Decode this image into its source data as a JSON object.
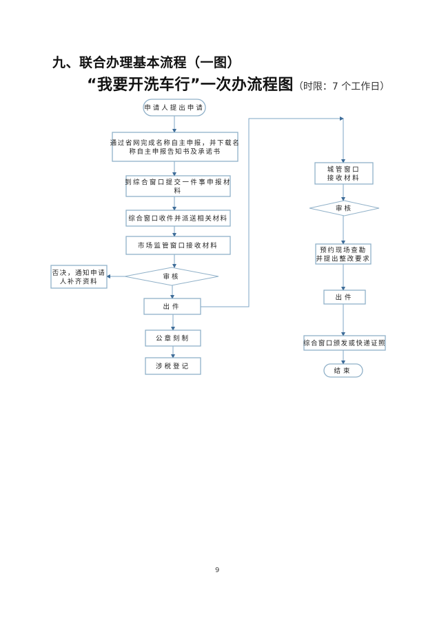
{
  "section_title": "九、联合办理基本流程（一图）",
  "chart_title": {
    "main": "“我要开洗车行”一次办流程图",
    "sub": "（时限：7 个工作日）"
  },
  "colors": {
    "border": "#8fb0c8",
    "connector": "#7ea6c4",
    "arrow": "#3f6d99"
  },
  "flow": {
    "start": [
      "申请人提出申请"
    ],
    "step_online": [
      "通过省网完成名称自主申报，并下载名",
      "称自主申报告知书及承诺书"
    ],
    "step_submit": [
      "到综合窗口提交一件事申报材",
      "料"
    ],
    "step_dispatch": [
      "综合窗口收件并派送相关材料"
    ],
    "step_market_receive": [
      "市场监管窗口接收材料"
    ],
    "review_1": [
      "审核"
    ],
    "reject": [
      "否决，通知申请",
      "人补齐资料"
    ],
    "issue_1": [
      "出件"
    ],
    "seal": [
      "公章刻制"
    ],
    "tax": [
      "涉税登记"
    ],
    "city_receive": [
      "城管窗口",
      "接收材料"
    ],
    "review_2": [
      "审核"
    ],
    "inspection": [
      "预约现场查勘",
      "并提出整改要求"
    ],
    "issue_2": [
      "出件"
    ],
    "deliver": [
      "综合窗口颁发或快递证照"
    ],
    "end": [
      "结束"
    ]
  },
  "page_number": "9"
}
